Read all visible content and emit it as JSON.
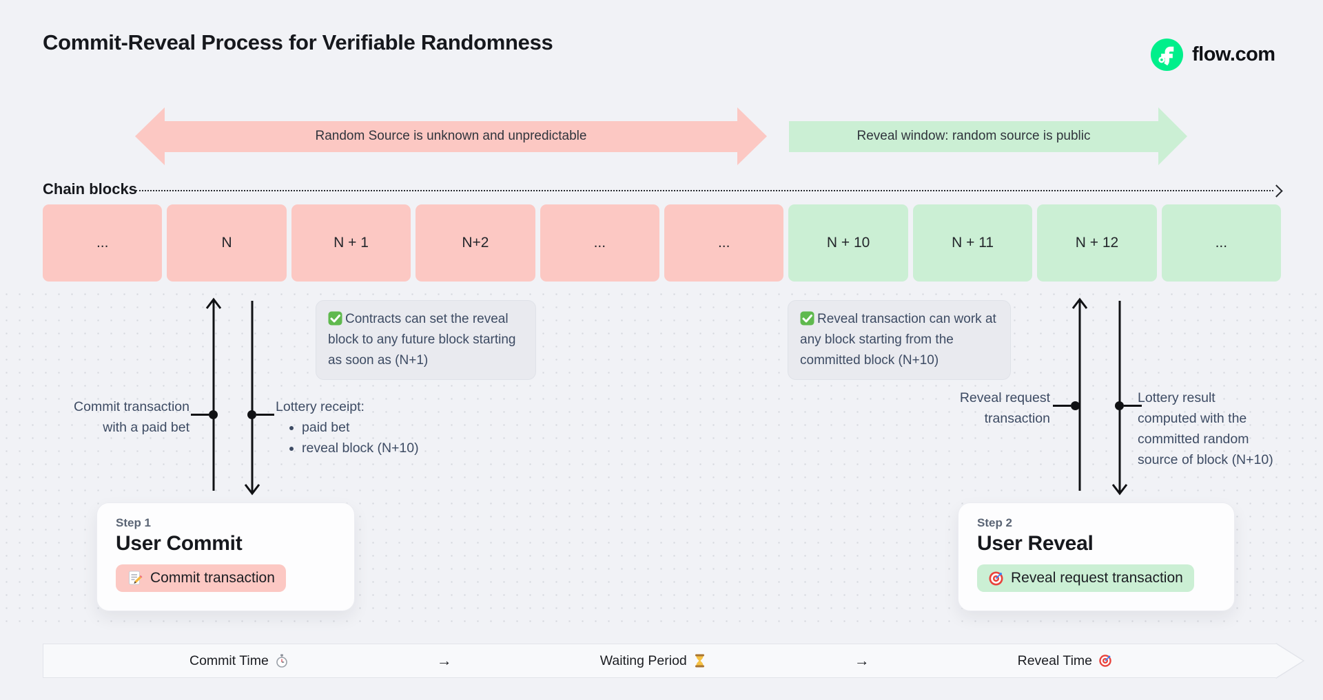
{
  "header": {
    "title": "Commit-Reveal Process for Verifiable Randomness",
    "brand": "flow.com"
  },
  "banners": {
    "commit_phase": {
      "text": "Random Source is unknown and unpredictable",
      "color": "#fcc8c3"
    },
    "reveal_phase": {
      "text": "Reveal window: random source is public",
      "color": "#cbefd4"
    }
  },
  "chain": {
    "label": "Chain blocks",
    "blocks": [
      {
        "label": "...",
        "phase": "commit"
      },
      {
        "label": "N",
        "phase": "commit"
      },
      {
        "label": "N + 1",
        "phase": "commit"
      },
      {
        "label": "N+2",
        "phase": "commit"
      },
      {
        "label": "...",
        "phase": "commit"
      },
      {
        "label": "...",
        "phase": "commit"
      },
      {
        "label": "N + 10",
        "phase": "reveal"
      },
      {
        "label": "N + 11",
        "phase": "reveal"
      },
      {
        "label": "N + 12",
        "phase": "reveal"
      },
      {
        "label": "...",
        "phase": "reveal"
      }
    ]
  },
  "notes": {
    "commit_note": "Contracts can set the reveal block to any future block starting as soon as (N+1)",
    "reveal_note": "Reveal transaction can work at any block starting from the committed block (N+10)"
  },
  "annotations": {
    "commit_tx": "Commit transaction\nwith a paid bet",
    "lottery_receipt_title": "Lottery receipt:",
    "lottery_receipt_bullets": [
      "paid bet",
      "reveal block (N+10)"
    ],
    "reveal_request": "Reveal request\ntransaction",
    "lottery_result": "Lottery result\ncomputed with the\ncommitted random\nsource of block (N+10)"
  },
  "steps": [
    {
      "step_label": "Step 1",
      "title": "User Commit",
      "pill": "Commit transaction",
      "icon": "memo-icon"
    },
    {
      "step_label": "Step 2",
      "title": "User Reveal",
      "pill": "Reveal request transaction",
      "icon": "target-icon"
    }
  ],
  "timeline": {
    "items": [
      {
        "label": "Commit Time",
        "icon": "stopwatch-icon"
      },
      {
        "label": "→",
        "icon": null
      },
      {
        "label": "Waiting Period",
        "icon": "hourglass-icon"
      },
      {
        "label": "→",
        "icon": null
      },
      {
        "label": "Reveal Time",
        "icon": "target-icon"
      }
    ]
  },
  "colors": {
    "background": "#f1f2f6",
    "commit_pink": "#fcc8c3",
    "reveal_green": "#cbefd4",
    "flow_green": "#00ef8b",
    "note_bg": "#e9eaef",
    "annotation_text": "#3d4b63"
  }
}
